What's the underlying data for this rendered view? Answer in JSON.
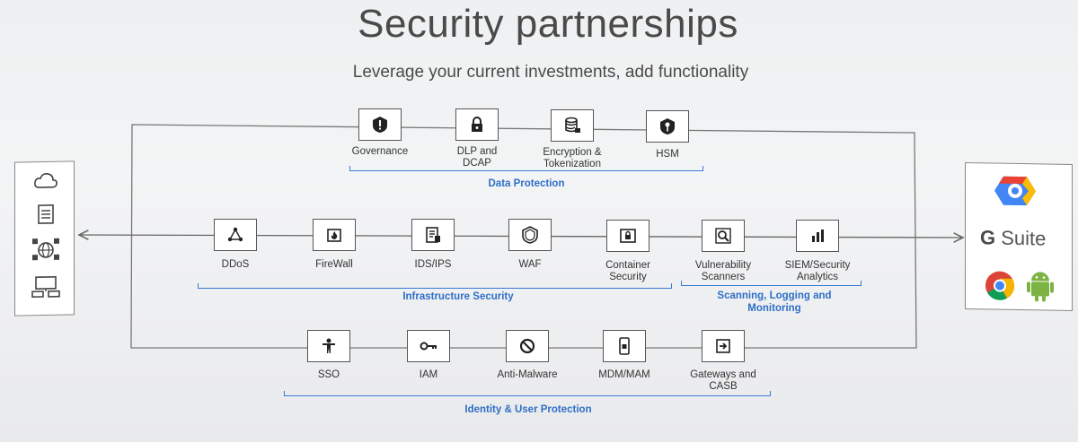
{
  "header": {
    "title": "Security partnerships",
    "subtitle": "Leverage your current investments, add functionality"
  },
  "data_protection": {
    "label": "Data Protection",
    "items": [
      {
        "label": "Governance",
        "icon": "alert-shield-icon"
      },
      {
        "label": "DLP and\nDCAP",
        "icon": "lock-icon"
      },
      {
        "label": "Encryption &\nTokenization",
        "icon": "database-lock-icon"
      },
      {
        "label": "HSM",
        "icon": "key-shield-icon"
      }
    ]
  },
  "infrastructure": {
    "label": "Infrastructure Security",
    "items": [
      {
        "label": "DDoS",
        "icon": "network-nodes-icon"
      },
      {
        "label": "FireWall",
        "icon": "fire-icon"
      },
      {
        "label": "IDS/IPS",
        "icon": "document-check-icon"
      },
      {
        "label": "WAF",
        "icon": "shield-icon"
      },
      {
        "label": "Container\nSecurity",
        "icon": "container-lock-icon"
      }
    ]
  },
  "scanning": {
    "label": "Scanning, Logging and\nMonitoring",
    "items": [
      {
        "label": "Vulnerability\nScanners",
        "icon": "search-icon"
      },
      {
        "label": "SIEM/Security\nAnalytics",
        "icon": "bar-chart-icon"
      }
    ]
  },
  "identity": {
    "label": "Identity & User Protection",
    "items": [
      {
        "label": "SSO",
        "icon": "person-icon"
      },
      {
        "label": "IAM",
        "icon": "key-icon"
      },
      {
        "label": "Anti-Malware",
        "icon": "block-icon"
      },
      {
        "label": "MDM/MAM",
        "icon": "mobile-icon"
      },
      {
        "label": "Gateways and\nCASB",
        "icon": "gateway-icon"
      }
    ]
  },
  "left_panel": {
    "icons": [
      "cloud-icon",
      "server-icon",
      "globe-network-icon",
      "computer-icon"
    ]
  },
  "right_panel": {
    "icons": [
      "google-cloud-icon",
      "chrome-icon",
      "android-icon"
    ],
    "gsuite_g": "G",
    "gsuite_label": " Suite"
  },
  "colors": {
    "group_blue": "#2f6fc7",
    "line_gray": "#666666"
  }
}
